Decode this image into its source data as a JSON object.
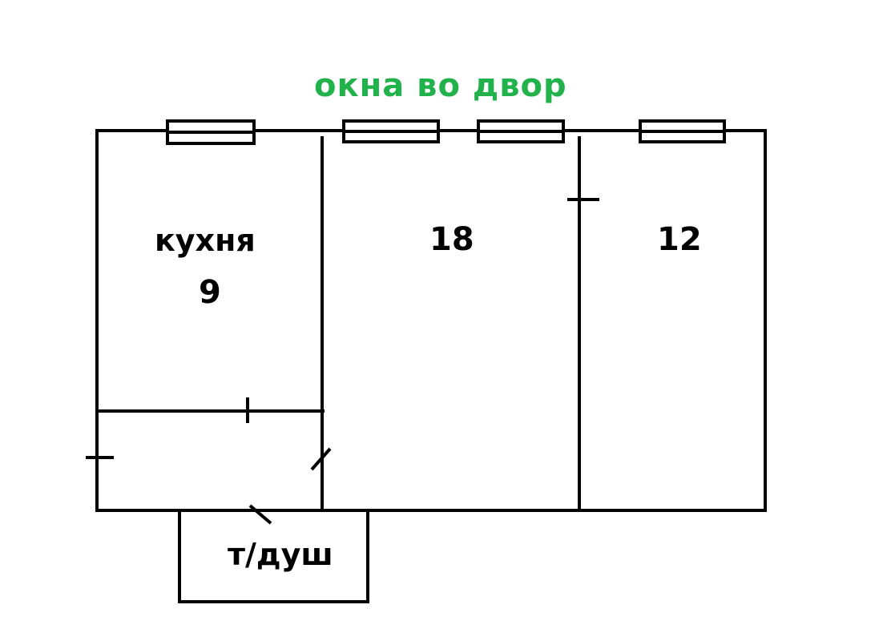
{
  "title": "окна во двор",
  "title_color": "#22b24c",
  "rooms": {
    "kitchen": {
      "name": "кухня",
      "area": "9"
    },
    "room1": {
      "area": "18"
    },
    "room2": {
      "area": "12"
    },
    "bathroom": {
      "name": "т/душ"
    }
  },
  "wall_color": "#000000"
}
